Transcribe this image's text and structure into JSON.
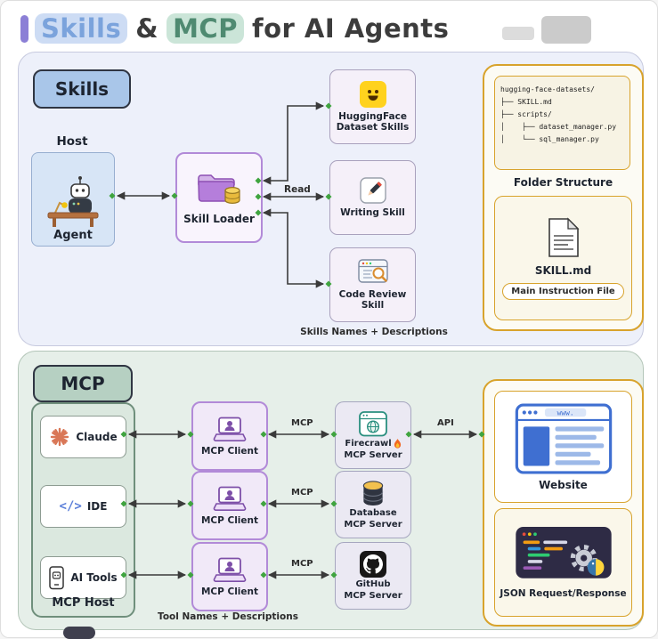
{
  "colors": {
    "skills_accent": "#7ba3dc",
    "mcp_accent": "#4f8a71",
    "box_yellow": "#d8a32c",
    "connector_green": "#3fa43f",
    "client_purple": "#b28ad8"
  },
  "title": {
    "skills": "Skills",
    "amp": "&",
    "mcp": "MCP",
    "rest": "for AI Agents"
  },
  "icons": {
    "www": "www.",
    "code": "</>"
  },
  "skills_panel": {
    "badge": "Skills",
    "host_label": "Host",
    "agent_label": "Agent",
    "loader_label": "Skill Loader",
    "read_label": "Read",
    "skills": [
      {
        "label": "HuggingFace Dataset Skills"
      },
      {
        "label": "Writing Skill"
      },
      {
        "label": "Code Review Skill"
      }
    ],
    "caption": "Skills Names + Descriptions",
    "folder": {
      "lines": [
        "hugging-face-datasets/",
        "├── SKILL.md",
        "├── scripts/",
        "│    ├── dataset_manager.py",
        "│    └── sql_manager.py"
      ],
      "label": "Folder Structure"
    },
    "skillmd": {
      "file_label": "SKILL.md",
      "badge": "Main Instruction File"
    }
  },
  "mcp_panel": {
    "badge": "MCP",
    "host": {
      "items": [
        {
          "label": "Claude"
        },
        {
          "label": "IDE"
        },
        {
          "label": "AI Tools"
        }
      ],
      "label": "MCP Host"
    },
    "client_label": "MCP Client",
    "servers": [
      {
        "name": "Firecrawl",
        "type": "MCP Server"
      },
      {
        "name": "Database",
        "type": "MCP Server"
      },
      {
        "name": "GitHub",
        "type": "MCP Server"
      }
    ],
    "mcp_arrow_label": "MCP",
    "api_arrow_label": "API",
    "caption": "Tool Names + Descriptions",
    "website_label": "Website",
    "json_label": "JSON Request/Response"
  }
}
